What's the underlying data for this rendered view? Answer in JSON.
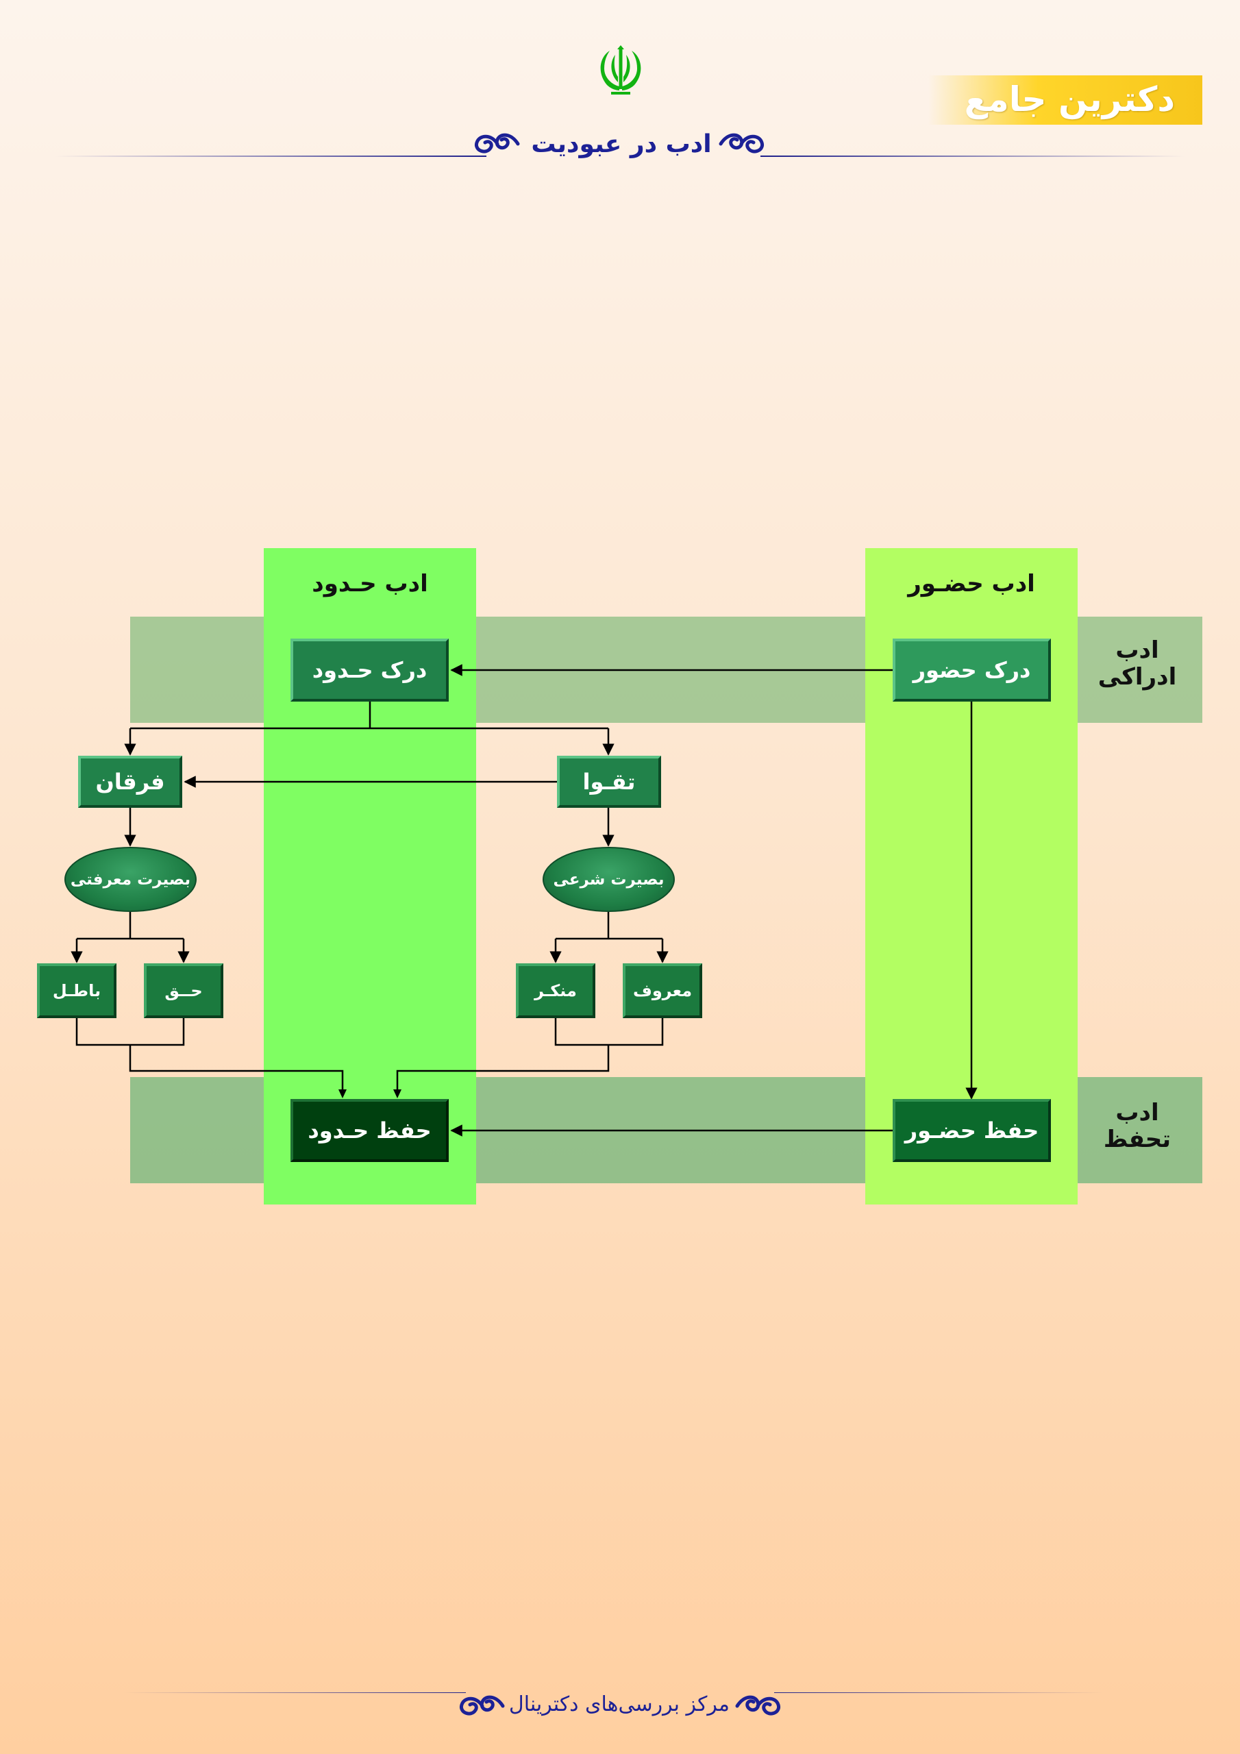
{
  "header": {
    "brand": "دکترین جامع",
    "title": "ادب در عبودیت"
  },
  "diagram": {
    "columns": {
      "right": "ادب حضـور",
      "left": "ادب حـدود"
    },
    "rows": {
      "top": "ادب\nادراکی",
      "bottom": "ادب\nتحفظ"
    },
    "nodes": {
      "dark_hozur": "درک حضور",
      "dark_hodud": "درک حـدود",
      "taghva": "تقـوا",
      "forghan": "فرقان",
      "basirat_shari": "بصیرت شرعی",
      "basirat_marefati": "بصیرت معرفتی",
      "maruf": "معروف",
      "monkar": "منکـر",
      "hagh": "حــق",
      "batel": "باطـل",
      "hefz_hozur": "حفظ حضـور",
      "hefz_hodud": "حفظ حـدود"
    }
  },
  "footer": {
    "text": "مرکز بررسی‌های دکترینال"
  },
  "colors": {
    "navy": "#1c2196",
    "emblem": "#12b312",
    "column_left": "#7ffe62",
    "column_right": "#b3fe62"
  }
}
